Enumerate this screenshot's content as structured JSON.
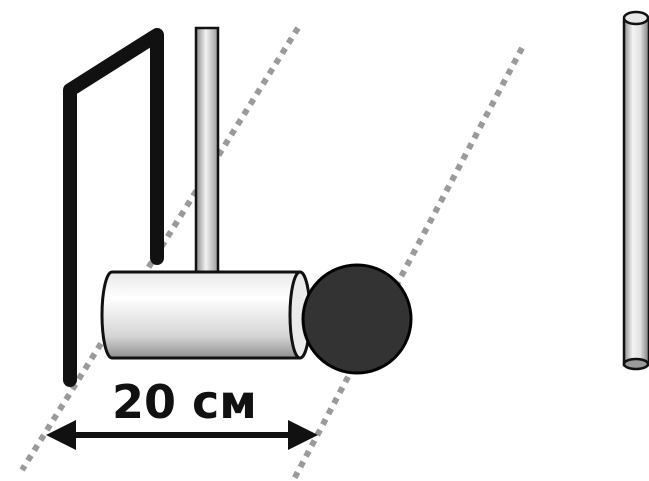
{
  "diagram": {
    "dimension_label": "20 см",
    "colors": {
      "ink": "#111111",
      "dotted_line": "#9a9a9a",
      "ball": "#333333",
      "background": "#ffffff"
    },
    "parts": [
      "hook-frame",
      "vertical-rod",
      "horizontal-cylinder",
      "ball",
      "standing-tube",
      "dotted-guide-lines",
      "dimension-arrow"
    ]
  }
}
